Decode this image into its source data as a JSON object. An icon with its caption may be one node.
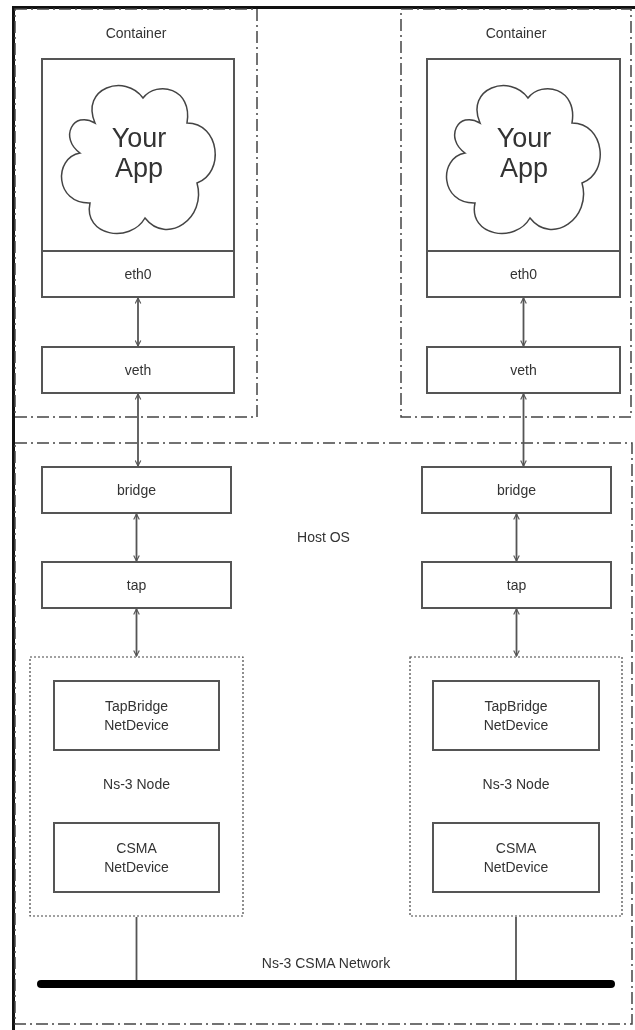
{
  "diagram": {
    "nodes": [
      {
        "text": [
          "Container"
        ]
      },
      {
        "text": [],
        "shape": "box",
        "in": 0
      },
      {
        "text": [
          "Your App"
        ],
        "in": 1
      },
      {
        "text": [
          "eth0"
        ],
        "in": 1
      },
      {
        "text": [
          "veth"
        ],
        "in": 0
      },
      {
        "text": [
          "Container"
        ]
      },
      {
        "text": [],
        "shape": "box",
        "in": 5
      },
      {
        "text": [
          "Your App"
        ],
        "in": 6
      },
      {
        "text": [
          "eth0"
        ],
        "in": 6
      },
      {
        "text": [
          "veth"
        ],
        "in": 5
      },
      {
        "text": [
          "Host OS"
        ]
      },
      {
        "text": [
          "bridge"
        ],
        "in": 10
      },
      {
        "text": [
          "tap"
        ],
        "in": 10
      },
      {
        "text": [
          "Ns-3 Node"
        ],
        "in": 10
      },
      {
        "text": [
          "TapBridge NetDevice"
        ],
        "in": 13
      },
      {
        "text": [
          "CSMA NetDevice"
        ],
        "in": 13
      },
      {
        "text": [
          "bridge"
        ],
        "in": 10
      },
      {
        "text": [
          "tap"
        ],
        "in": 10
      },
      {
        "text": [
          "Ns-3 Node"
        ],
        "in": 10
      },
      {
        "text": [
          "TapBridge NetDevice"
        ],
        "in": 18
      },
      {
        "text": [
          "CSMA NetDevice"
        ],
        "in": 18
      },
      {
        "text": [
          "Ns-3 CSMA Network"
        ],
        "in": 10
      }
    ],
    "edges": [
      {
        "from": 3,
        "to": 4,
        "arrow": "both"
      },
      {
        "from": 4,
        "to": 11,
        "arrow": "both"
      },
      {
        "from": 11,
        "to": 12,
        "arrow": "both"
      },
      {
        "from": 12,
        "to": 13,
        "arrow": "both"
      },
      {
        "from": 13,
        "to": 21,
        "arrow": "none"
      },
      {
        "from": 8,
        "to": 9,
        "arrow": "both"
      },
      {
        "from": 9,
        "to": 16,
        "arrow": "both"
      },
      {
        "from": 16,
        "to": 17,
        "arrow": "both"
      },
      {
        "from": 17,
        "to": 18,
        "arrow": "both"
      },
      {
        "from": 18,
        "to": 21,
        "arrow": "none"
      }
    ]
  }
}
